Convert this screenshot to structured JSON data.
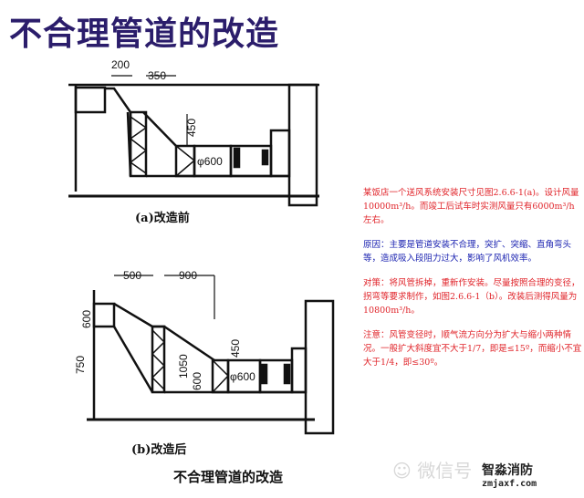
{
  "title": "不合理管道的改造",
  "diagram_a": {
    "caption": "(a)改造前",
    "dims": [
      "200",
      "350",
      "450",
      "φ600"
    ]
  },
  "diagram_b": {
    "caption": "(b)改造后",
    "dims": [
      "500",
      "900",
      "600",
      "750",
      "1050",
      "600",
      "450",
      "φ600"
    ]
  },
  "bottom_caption": "不合理管道的改造",
  "notes": [
    {
      "text": "某饭店一个送风系统安装尺寸见图2.6.6-1(a)。设计风量10000m³/h。而竣工后试车时实测风量只有6000m³/h左右。",
      "color": "#e0242a"
    },
    {
      "text": "原因：主要是管道安装不合理，突扩、突缩、直角弯头等，造成吸入段阻力过大，影响了风机效率。",
      "color": "#1a22b0"
    },
    {
      "text": "对策：将风管拆掉，重新作安装。尽量按照合理的变径，拐弯等要求制作，如图2.6.6-1（b）。改装后测得风量为10800m³/h。",
      "color": "#e0242a"
    },
    {
      "text": "注意：风管变径时，顺气流方向分为扩大与缩小两种情况。一般扩大斜度宜不大于1/7，即是≤15º，而缩小不宜大于1/4，即≤30º。",
      "color": "#e0242a"
    }
  ],
  "watermark": "微信号",
  "logo": {
    "name": "智淼消防",
    "domain": "zmjaxf.com"
  }
}
